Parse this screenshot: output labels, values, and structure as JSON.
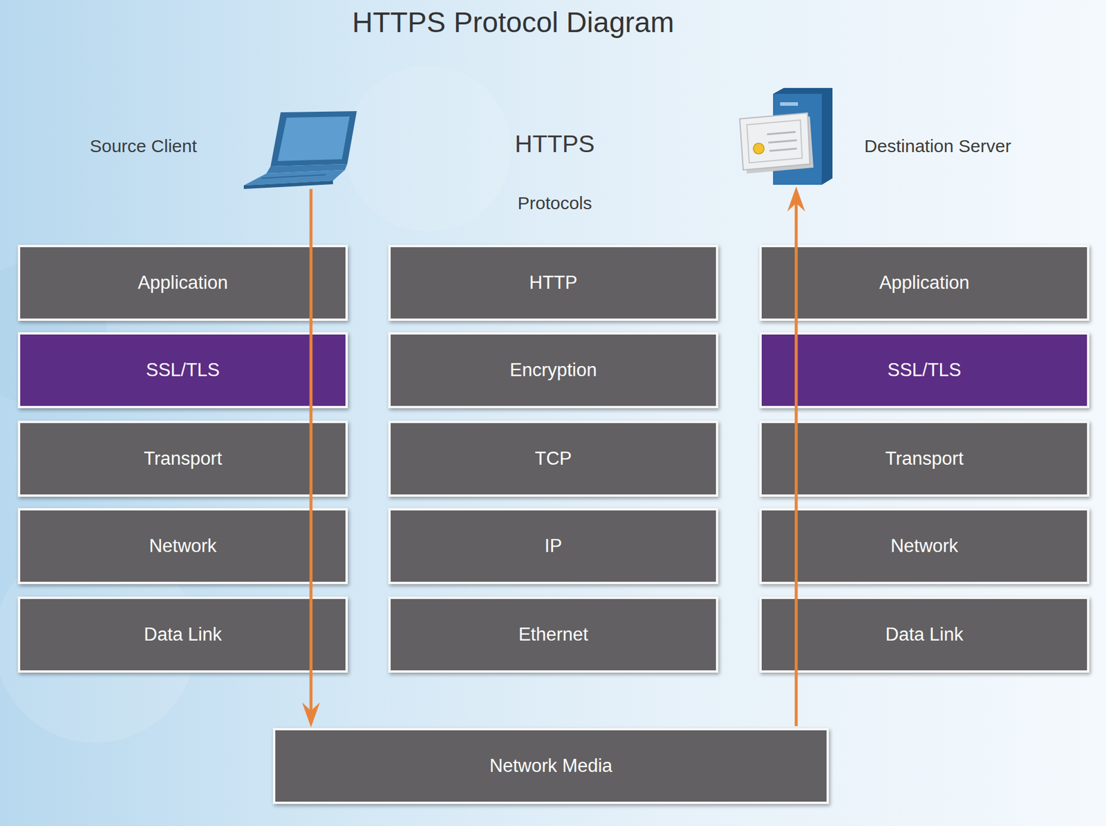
{
  "diagram": {
    "title": "HTTPS Protocol Diagram",
    "nodes": [
      {
        "text": [
          "Application"
        ]
      },
      {
        "text": [
          "SSL/TLS"
        ]
      },
      {
        "text": [
          "Transport"
        ]
      },
      {
        "text": [
          "Network"
        ]
      },
      {
        "text": [
          "Data Link"
        ]
      },
      {
        "text": [
          "HTTP"
        ]
      },
      {
        "text": [
          "Encryption"
        ]
      },
      {
        "text": [
          "TCP"
        ]
      },
      {
        "text": [
          "IP"
        ]
      },
      {
        "text": [
          "Ethernet"
        ]
      },
      {
        "text": [
          "Application"
        ]
      },
      {
        "text": [
          "SSL/TLS"
        ]
      },
      {
        "text": [
          "Transport"
        ]
      },
      {
        "text": [
          "Network"
        ]
      },
      {
        "text": [
          "Data Link"
        ]
      },
      {
        "text": [
          "Network Media"
        ]
      }
    ],
    "labels": [
      "Source Client",
      "HTTPS",
      "Protocols",
      "Destination Server"
    ]
  }
}
